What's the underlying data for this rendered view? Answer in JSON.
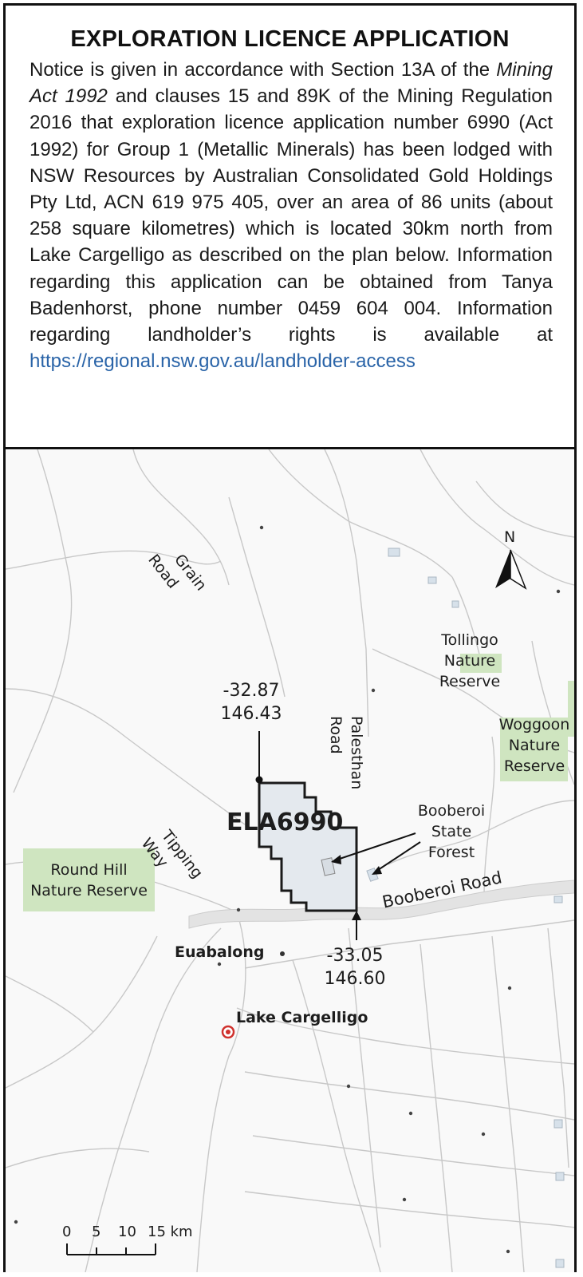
{
  "notice": {
    "title": "EXPLORATION LICENCE APPLICATION",
    "text_before_act": "Notice is given in accordance with Section 13A of the ",
    "act_name": "Mining Act 1992",
    "text_after_act": " and clauses 15 and 89K of the Mining Regulation 2016 that exploration licence application number 6990 (Act 1992) for Group 1 (Metallic Minerals) has been lodged with NSW Resources by Australian Consolidated Gold Holdings Pty Ltd, ACN 619 975 405, over an area of 86 units (about 258 square kilometres) which is located 30km north from Lake Cargelligo as described on the plan below. Information regarding this application can be obtained from Tanya Badenhorst, phone number 0459 604 004. Information regarding landholder’s rights is available at ",
    "link_text": "https://regional.nsw.gov.au/landholder-access"
  },
  "map": {
    "north_label": "N",
    "roads": {
      "grain_road": [
        "Grain",
        "Road"
      ],
      "palesthan_road": [
        "Palesthan",
        "Road"
      ],
      "tipping_way": [
        "Tipping",
        "Way"
      ],
      "booberoi_road": "Booberoi Road"
    },
    "reserves": {
      "tollingo": [
        "Tollingo",
        "Nature",
        "Reserve"
      ],
      "woggoon": [
        "Woggoon",
        "Nature",
        "Reserve"
      ],
      "round_hill": [
        "Round Hill",
        "Nature Reserve"
      ],
      "booberoi_forest": [
        "Booberoi",
        "State",
        "Forest"
      ]
    },
    "licence_label": "ELA6990",
    "coord_nw": [
      "-32.87",
      "146.43"
    ],
    "coord_se": [
      "-33.05",
      "146.60"
    ],
    "towns": {
      "euabalong": "Euabalong",
      "lake_cargelligo": "Lake Cargelligo"
    },
    "scale_bar": {
      "ticks": [
        "0",
        "5",
        "10",
        "15 km"
      ]
    },
    "colors": {
      "reserve_fill": "#cfe5c0",
      "licence_fill": "#e4e9ee",
      "town_marker": "#d0312d"
    }
  }
}
